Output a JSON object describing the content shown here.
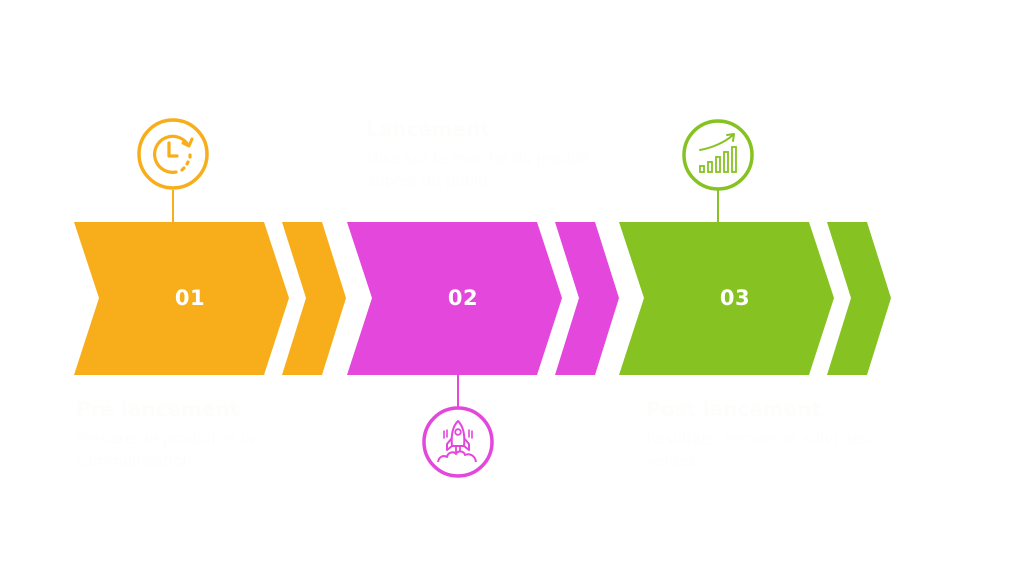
{
  "steps": [
    {
      "number": "01",
      "title": "Pré lancement",
      "description": "Préparer le produit et la communication",
      "icon": "clock-refresh-icon",
      "color": "#F8AE1A"
    },
    {
      "number": "02",
      "title": "Lancement",
      "description": "Mise sur le marché du produit auprès du public",
      "icon": "rocket-icon",
      "color": "#E447DC"
    },
    {
      "number": "03",
      "title": "Post lancement",
      "description": "Résultats, retours et suivi des ventes",
      "icon": "growth-chart-icon",
      "color": "#86C322"
    }
  ],
  "text_color": "#FDFDFB",
  "background": "#FFFFFF"
}
